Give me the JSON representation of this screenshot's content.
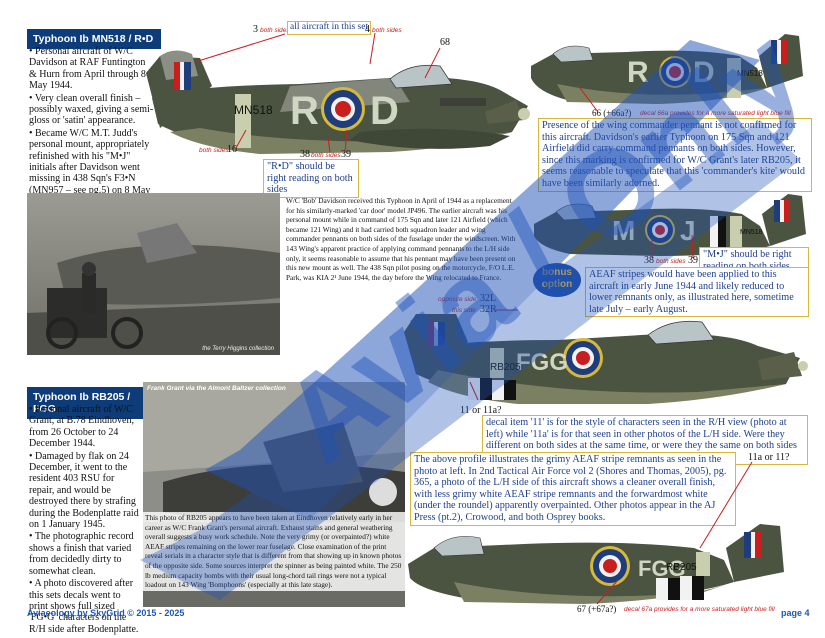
{
  "sec1": {
    "header": "Typhoon Ib MN518 / R•D",
    "bullets": [
      "Personal aircraft of W/C Davidson at RAF Funtington & Hurn from April through 8 May 1944.",
      "Very clean overall finish – possibly waxed, giving a semi-gloss or 'satin' appearance.",
      "Became W/C M.T. Judd's personal mount, appropriately refinished with his \"M•J\" initials after Davidson went missing in 438 Sqn's F3•N (MN957 – see pg.5) on 8 May 1944."
    ]
  },
  "sec2": {
    "header": "Typhoon Ib RB205 / FGG",
    "bullets": [
      "Personal aircraft of W/C Grant, at B.78 Eindhoven, from 26 October to 24 December 1944.",
      "Damaged by flak on 24 December, it went to the resident 403 RSU for repair, and would be destroyed there by strafing during the Bodenplatte raid on 1 January 1945.",
      "The photographic record shows a finish that varied from decidedly dirty to somewhat clean.",
      "A photo discovered after this sets decals went to print shows full sized 'FG•G' characters on the R/H side after Bodenplatte."
    ]
  },
  "photo1": {
    "caption": "W/C 'Bob' Davidson received this Typhoon in April of 1944 as a replacement for his similarly-marked 'car door' model JP496. The earlier aircraft was his personal mount while in command of 175 Sqn and later 121 Airfield (which became 121 Wing) and it had carried both squadron leader and wing commander pennants on both sides of the fuselage under the windscreen. With 143 Wing's apparent practice of applying command pennants to the L/H side only, it seems reasonable to assume that his pennant may have been present on this new mount as well. The 438 Sqn pilot posing on the motorcycle, F/O L.E. Park, was KIA 2¹ June 1944, the day before the Wing relocated to France.",
    "credit": "the Terry Higgins collection"
  },
  "photo2": {
    "credit": "Frank Grant via the Almont Baltzer collection",
    "caption": "This photo of RB205 appears to have been taken at Eindhoven relatively early in her career as W/C Frank Grant's personal aircraft. Exhaust stains and general weathering overall suggests a busy work schedule. Note the very grimy (or overpainted?) white AEAF stripes remaining on the lower rear fuselage. Close examination of the print reveal serials in a character style that is different from that showing up in known photos of the opposite side. Some sources interpret the spinner as being painted white. The 250 lb medium capacity bombs with their usual long-chord tail rings were not a typical loadout on 143 Wing 'Bomphoons' (especially at this late stage)."
  },
  "plane1": {
    "code_left": "R",
    "code_right": "D",
    "serial": "MN518",
    "lab_3": "3",
    "lab_3b": "both sides",
    "note_all": "all aircraft in this set",
    "lab_4": "4",
    "lab_4b": "both sides",
    "lab_68": "68",
    "lab_16b": "both sides",
    "lab_16": "16",
    "lab_38": "38",
    "lab_38b": "both sides",
    "lab_39": "39",
    "note_rd": "\"R•D\" should be right reading on both sides"
  },
  "plane2": {
    "code_left": "R",
    "code_right": "D",
    "serial": "MN518",
    "lab_66": "66 (+66a?)",
    "lab_66note": "decal 66a provides for a more saturated light blue fill"
  },
  "note_pennant": "Presence of the wing commander pennant is not confirmed for this aircraft. Davidson's earlier Typhoon on 175 Sqn and 121 Airfield did carry command pennants on both sides. However, since this marking is confirmed for W/C Grant's later RB205, it seems reasonable to speculate that this 'commander's kite' would have been similarly adorned.",
  "plane3": {
    "code_left": "M",
    "code_right": "J",
    "serial": "MN518",
    "lab_38": "38",
    "lab_38b": "both sides",
    "lab_39": "39",
    "note_mj": "\"M•J\" should be right reading on both sides"
  },
  "bonus": {
    "line1": "bonus",
    "line2": "option"
  },
  "note_aeaf": "AEAF stripes would have been applied to this aircraft in early June 1944 and likely reduced to lower remnants only, as illustrated here, sometime late July – early August.",
  "plane4": {
    "code": "FGG",
    "serial": "RB205",
    "lab_opp": "opposite side",
    "lab_32l": "32L",
    "lab_this": "this side",
    "lab_32r": "32R",
    "lab_11": "11 or 11a?"
  },
  "note_11": "decal item '11' is for the style of characters seen in the R/H view (photo at left) while '11a' is for that seen in other photos of the L/H side. Were they different on both sides at the same time, or were they the same on both sides at different times due to repainting?",
  "note_profile": "The above profile illustrates the grimy AEAF stripe remnants as seen in the photo at left. In 2nd Tactical Air Force vol 2 (Shores and Thomas, 2005), pg. 365, a photo of the L/H side of this aircraft shows a cleaner overall finish, with less grimy white AEAF stripe remnants and the forwardmost white (under the roundel) apparently overpainted. Other photos appear in the AJ Press (pt.2), Crowood, and both Osprey books.",
  "plane5": {
    "code": "FGG",
    "serial": "RB205",
    "lab_11": "11a or 11?",
    "lab_67": "67 (+67a?)",
    "lab_67note": "decal 67a provides for a more saturated light blue fill"
  },
  "watermark": "Avia / Only",
  "footer": {
    "left": "Aviaeology by SkyGrid © 2015 - 2025",
    "right": "page 4"
  },
  "colors": {
    "header_blue": "#0d3c78",
    "note_border": "#d8b73a",
    "note_text": "#1e3f8c",
    "callout_red": "#c81e1e",
    "ocean_grey": "#8c8f86",
    "dark_green": "#4a5440",
    "sky": "#c9cfae"
  }
}
